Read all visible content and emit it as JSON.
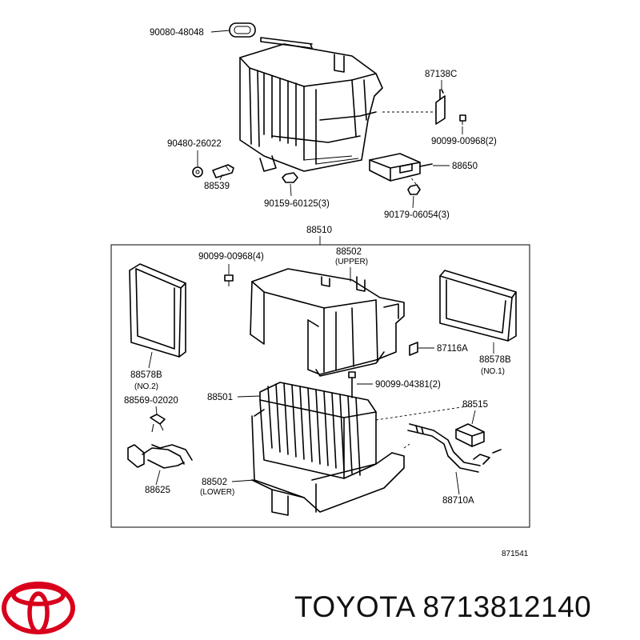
{
  "diagram": {
    "figure_number": "871541",
    "labels": {
      "p90080_48048": "90080-48048",
      "p87138C": "87138C",
      "p90099_00968_2": "90099-00968(2)",
      "p90480_26022": "90480-26022",
      "p88650": "88650",
      "p88539": "88539",
      "p90159_60125_3": "90159-60125(3)",
      "p90179_06054_3": "90179-06054(3)",
      "p88510": "88510",
      "p90099_00968_4": "90099-00968(4)",
      "p88502_upper": "88502",
      "upper": "(UPPER)",
      "p87116A": "87116A",
      "p88578B_left": "88578B",
      "no2": "(NO.2)",
      "p88578B_right": "88578B",
      "no1": "(NO.1)",
      "p90099_04381_2": "90099-04381(2)",
      "p88501": "88501",
      "p88569_02020": "88569-02020",
      "p88515": "88515",
      "p88625": "88625",
      "p88502_lower": "88502",
      "lower": "(LOWER)",
      "p88710A": "88710A"
    }
  },
  "brand": {
    "text": "TOYOTA 8713812140",
    "logo_color": "#d9001b"
  }
}
